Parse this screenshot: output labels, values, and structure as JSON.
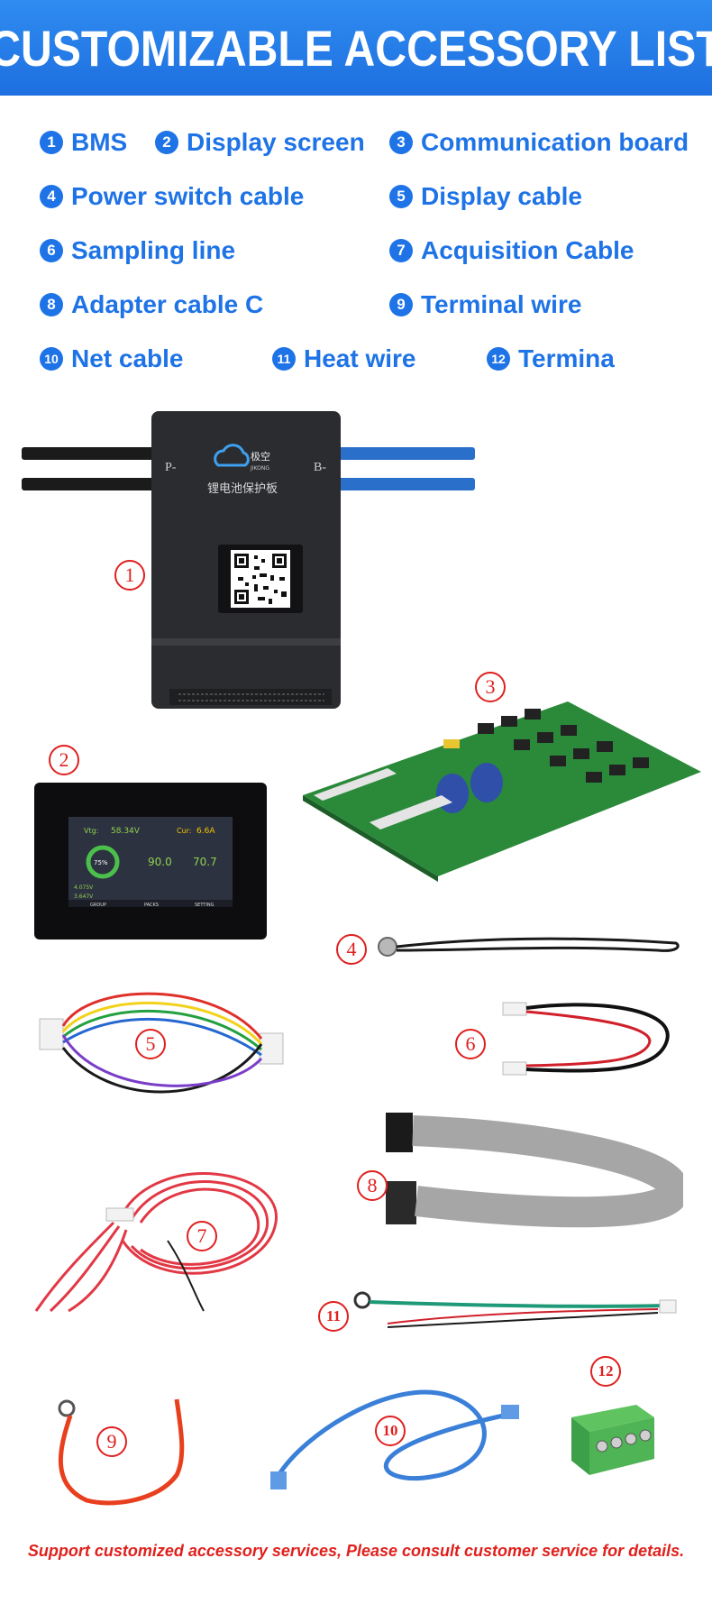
{
  "header": {
    "title": "CUSTOMIZABLE ACCESSORY LIST"
  },
  "accessories": [
    {
      "num": "1",
      "label": "BMS"
    },
    {
      "num": "2",
      "label": "Display screen"
    },
    {
      "num": "3",
      "label": "Communication board"
    },
    {
      "num": "4",
      "label": "Power switch cable"
    },
    {
      "num": "5",
      "label": "Display cable"
    },
    {
      "num": "6",
      "label": "Sampling line"
    },
    {
      "num": "7",
      "label": "Acquisition Cable"
    },
    {
      "num": "8",
      "label": "Adapter cable C"
    },
    {
      "num": "9",
      "label": "Terminal wire"
    },
    {
      "num": "10",
      "label": "Net cable"
    },
    {
      "num": "11",
      "label": "Heat wire"
    },
    {
      "num": "12",
      "label": "Termina"
    }
  ],
  "bms": {
    "port_left": "P-",
    "port_right": "B-",
    "brand_cn": "极空",
    "brand_en": "JIKONG",
    "board_name": "锂电池保护板"
  },
  "display_screen": {
    "vtg_label": "Vtg:",
    "vtg_value": "58.34V",
    "cur_label": "Cur:",
    "cur_value": "6.6A",
    "soc": "75%",
    "capacity_1": "90.0",
    "capacity_2": "70.7",
    "max_cell": "4.075V",
    "min_cell": "3.647V",
    "tab_group": "GROUP",
    "tab_packs": "PACKS",
    "tab_setting": "SETTING"
  },
  "footer": {
    "note": "Support customized accessory services, Please consult customer service for details."
  },
  "colors": {
    "accent": "#1e73e6",
    "banner": "#2380ea",
    "callout": "#e02020",
    "footer": "#e0201c"
  }
}
